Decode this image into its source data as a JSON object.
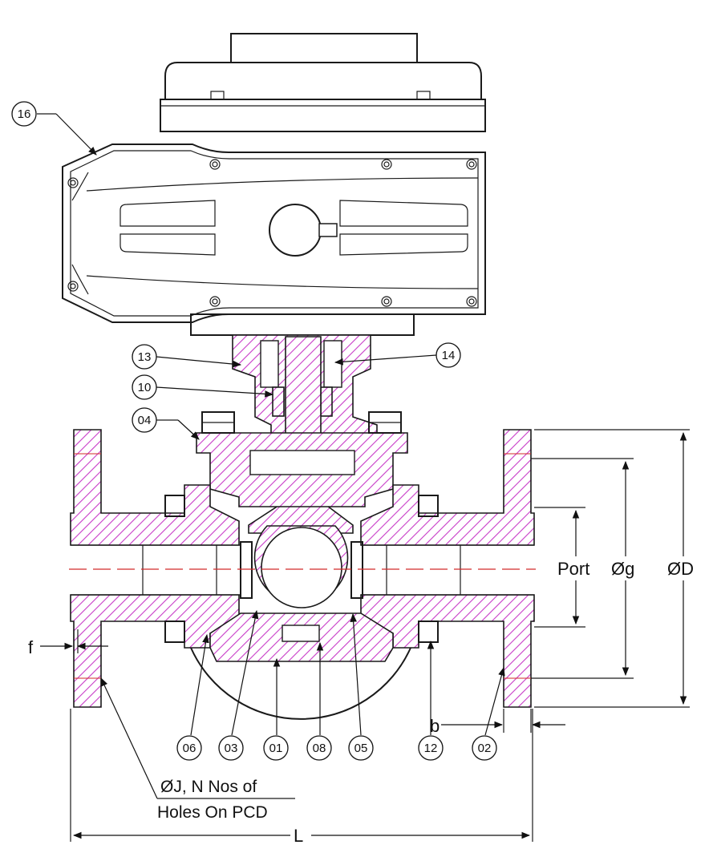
{
  "diagram": {
    "part_callouts": [
      "16",
      "13",
      "14",
      "10",
      "04",
      "06",
      "03",
      "01",
      "08",
      "05",
      "12",
      "02"
    ],
    "dimension_labels": {
      "port": "Port",
      "g": "Øg",
      "D": "ØD",
      "f": "f",
      "b": "b",
      "L": "L"
    },
    "note": {
      "line1": "ØJ, N Nos of",
      "line2": "Holes On PCD"
    }
  },
  "colors": {
    "hatch": "#c83cc8",
    "outline": "#1a1a1a",
    "centerline": "#d22a2a"
  }
}
